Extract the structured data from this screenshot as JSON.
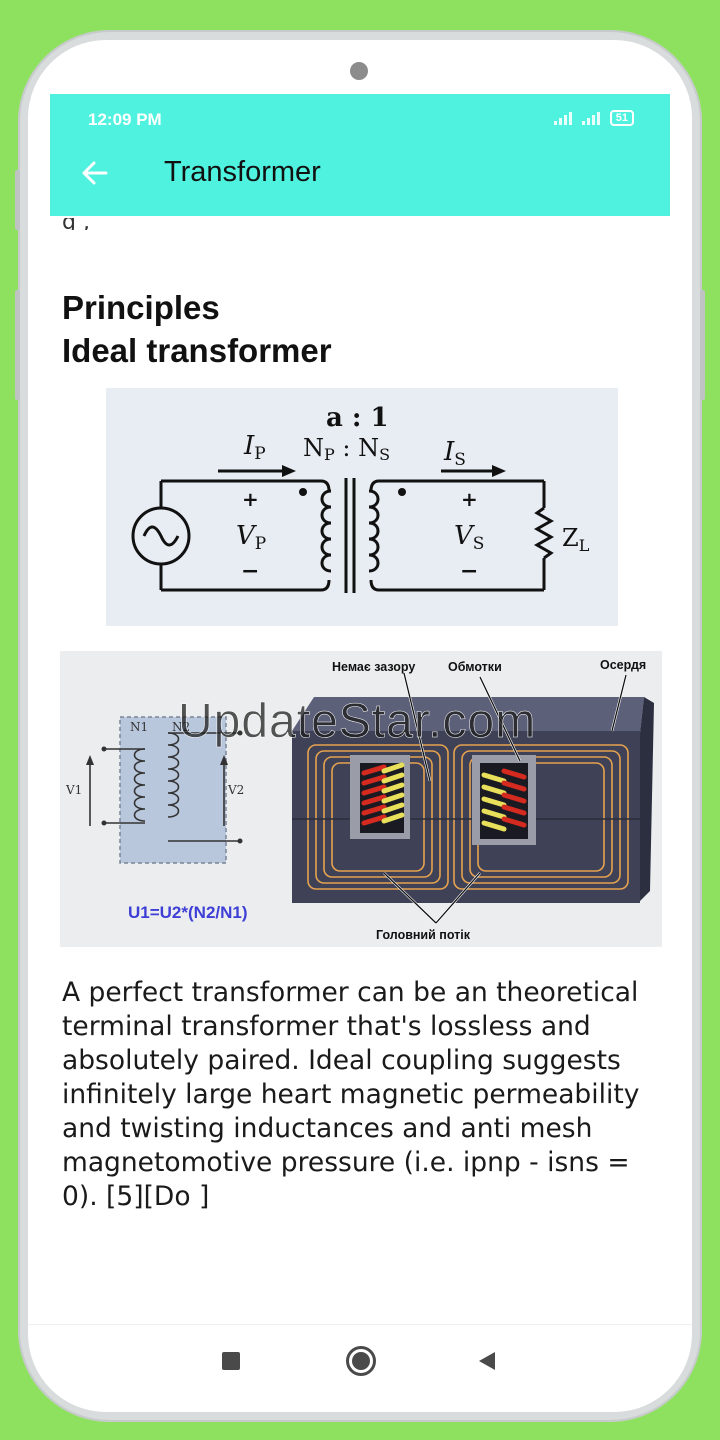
{
  "status_bar": {
    "time": "12:09 PM",
    "battery": "51"
  },
  "app_bar": {
    "title": "Transformer",
    "back_icon": "arrow-left-icon"
  },
  "content": {
    "cut_off_text": "g ,",
    "heading_line1": "Principles",
    "heading_line2": "Ideal transformer",
    "diagram1": {
      "ratio": "a : 1",
      "turns_primary": "N",
      "turns_primary_sub": "P",
      "turns_sep": " : ",
      "turns_secondary": "N",
      "turns_secondary_sub": "S",
      "current_primary": "I",
      "current_primary_sub": "P",
      "current_secondary": "I",
      "current_secondary_sub": "S",
      "voltage_primary": "V",
      "voltage_primary_sub": "P",
      "voltage_secondary": "V",
      "voltage_secondary_sub": "S",
      "plus": "+",
      "minus": "−",
      "load": "Z",
      "load_sub": "L"
    },
    "diagram2": {
      "label_n1": "N1",
      "label_n2": "N2",
      "label_v1": "V1",
      "label_v2": "V2",
      "formula": "U1=U2*(N2/N1)",
      "label_no_gap": "Немає зазору",
      "label_windings": "Обмотки",
      "label_core": "Осердя",
      "label_main_flux": "Головний потік"
    },
    "watermark": "UpdateStar.com",
    "paragraph": "A perfect transformer can be an theoretical terminal transformer that's lossless and absolutely paired. Ideal coupling suggests infinitely large heart magnetic permeability and twisting inductances and anti mesh magnetomotive pressure (i.e. ipnp - isns = 0). [5][Do ]"
  },
  "nav_bar": {
    "recents_icon": "square-recents-icon",
    "home_icon": "circle-home-icon",
    "back_icon": "triangle-back-icon"
  },
  "colors": {
    "background": "#8ee05f",
    "app_bar": "#4ff2df",
    "formula_blue": "#3e3fd6",
    "coil_red": "#d42a20",
    "coil_yellow": "#e8e05a",
    "core": "#3f4257"
  }
}
